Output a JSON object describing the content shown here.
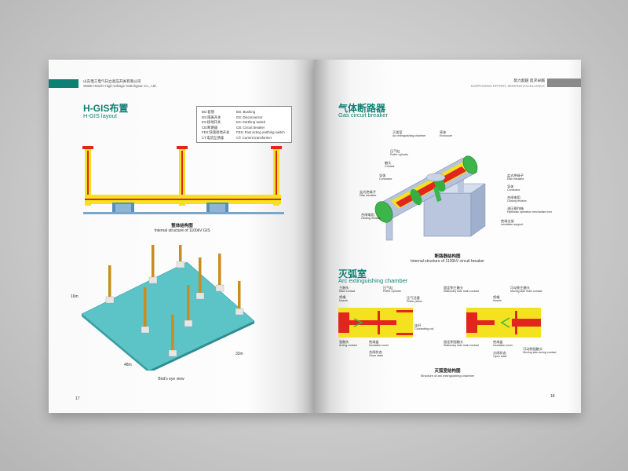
{
  "left_page": {
    "company_cn": "山东电工电气日立高压开关有限公司",
    "company_en": "SDEE Hitachi High-Voltage Switchgear Co., Ltd.",
    "title_cn": "H-GIS布置",
    "title_en": "H-GIS layout",
    "legend": [
      {
        "cn": "BG:套管",
        "en": "BG:  Bushing"
      },
      {
        "cn": "DS:隔离开关",
        "en": "DS:  Disconnector"
      },
      {
        "cn": "ES:接地开关",
        "en": "ES:  Earthing switch"
      },
      {
        "cn": "CB:断路器",
        "en": "CB:  Circuit breaker"
      },
      {
        "cn": "FES:快速接地开关",
        "en": "FES:  Fast acting earthing switch"
      },
      {
        "cn": "CT:电流互感器",
        "en": "CT:  Current transformer"
      }
    ],
    "gis_caption_cn": "整体结构图",
    "gis_caption_en": "Internal structure of 1100kV GIS",
    "dim_height": "16m",
    "dim_length": "48m",
    "dim_width": "32m",
    "birdseye_caption": "Bird's eye view",
    "page_number": "17"
  },
  "right_page": {
    "slogan_cn": "努力超越 追求卓越",
    "slogan_en": "SURPASSING EFFORT, SEEKING EXCELLENCE",
    "gcb_title_cn": "气体断路器",
    "gcb_title_en": "Gas circuit breaker",
    "gcb_labels": [
      {
        "cn": "灭弧室",
        "en": "Arc extinguishing chamber"
      },
      {
        "cn": "壳体",
        "en": "Enclosure"
      },
      {
        "cn": "压气缸",
        "en": "Puffer cylinder"
      },
      {
        "cn": "触头",
        "en": "Contact"
      },
      {
        "cn": "导体",
        "en": "Conductor"
      },
      {
        "cn": "盆式绝缘子",
        "en": "Disk insulator"
      },
      {
        "cn": "合闸电阻",
        "en": "Closing resistor"
      },
      {
        "cn": "盆式绝缘子",
        "en": "Disk insulator"
      },
      {
        "cn": "导体",
        "en": "Conductor"
      },
      {
        "cn": "合闸电阻",
        "en": "Closing resistor"
      },
      {
        "cn": "油压操作箱",
        "en": "Hydraulic operation mechanism box"
      },
      {
        "cn": "绝缘支架",
        "en": "Insulation support"
      }
    ],
    "gcb_caption_cn": "断路器结构图",
    "gcb_caption_en": "Internal structure of 1100kV circuit breaker",
    "arc_title_cn": "灭弧室",
    "arc_title_en": "Arc extinguishing chamber",
    "arc_close_labels": [
      {
        "cn": "主触头",
        "en": "Main contact"
      },
      {
        "cn": "喷嘴",
        "en": "Nozzle"
      },
      {
        "cn": "压气缸",
        "en": "Puffer cylinder"
      },
      {
        "cn": "压气活塞",
        "en": "Puffer piston"
      },
      {
        "cn": "连杆",
        "en": "Connecting rod"
      },
      {
        "cn": "弧触头",
        "en": "Arcing contact"
      },
      {
        "cn": "绝缘盖",
        "en": "Insulation cover"
      },
      {
        "cn": "合闸状态",
        "en": "Close state"
      }
    ],
    "arc_open_labels": [
      {
        "cn": "固定侧主触头",
        "en": "Stationary side main contact"
      },
      {
        "cn": "喷嘴",
        "en": "Nozzle"
      },
      {
        "cn": "可动侧主触头",
        "en": "Moving side main contact"
      },
      {
        "cn": "固定侧弧触头",
        "en": "Stationary side main contact"
      },
      {
        "cn": "绝缘盖",
        "en": "Insulation cover"
      },
      {
        "cn": "可动侧弧触头",
        "en": "Moving side arcing contact"
      },
      {
        "cn": "分闸状态",
        "en": "Open state"
      }
    ],
    "arc_caption_cn": "灭弧室结构图",
    "arc_caption_en": "Structure of arc extinguishing chamber",
    "page_number": "18"
  },
  "colors": {
    "teal": "#0e7f73",
    "yellow": "#f3e21d",
    "red": "#e0261d",
    "floor": "#5cc3c6"
  }
}
